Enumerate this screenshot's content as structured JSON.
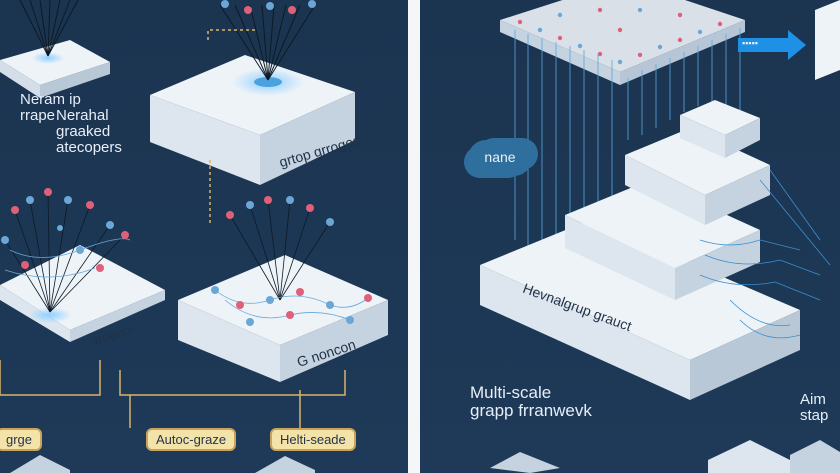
{
  "left_panel": {
    "top_left_label": [
      "Neram ip",
      "rrape"
    ],
    "top_mid_label": [
      "Nerahal",
      "graaked",
      "atecopers"
    ],
    "top_block_label": "grtop grroges",
    "mid_left_block_label": "arogers",
    "mid_right_block_label": "G noncon",
    "pill_left": "grge",
    "pill_mid": "Autoc-graze",
    "pill_right": "Helti-seade"
  },
  "right_panel": {
    "cloud_label": "nane",
    "base_block_label": "Hevnalgrup grauct",
    "framework_label": [
      "Multi-scale",
      "grapp frranwevk"
    ],
    "right_partial_label": [
      "Aim",
      "stap"
    ],
    "arrow_label": "▪▪▪▪▪"
  },
  "colors": {
    "background": "#1c3550",
    "block_top": "#eef3f8",
    "block_side": "#c5d2df",
    "node_red": "#e0607a",
    "node_blue": "#6ba7d6",
    "accent_pill": "#f3e3a8",
    "arrow_blue": "#1e90e6"
  }
}
